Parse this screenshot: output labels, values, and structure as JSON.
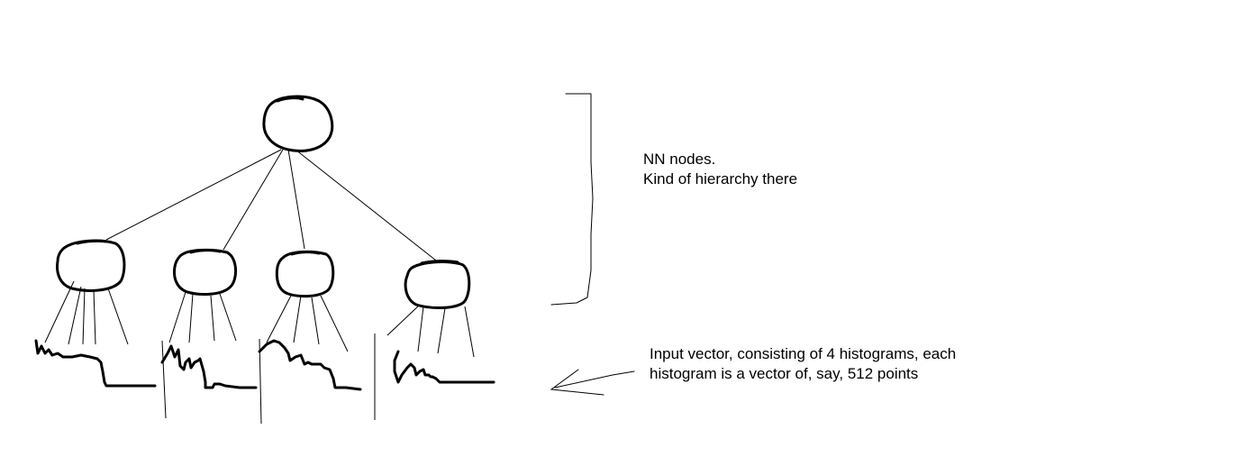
{
  "annotations": {
    "nn_nodes": {
      "line1": "NN nodes.",
      "line2": "Kind of hierarchy there"
    },
    "input_vector": {
      "line1": "Input vector, consisting of 4 histograms, each",
      "line2": "histogram is a vector of, say, 512 points"
    }
  },
  "colors": {
    "background": "#ffffff",
    "ink": "#000000"
  }
}
